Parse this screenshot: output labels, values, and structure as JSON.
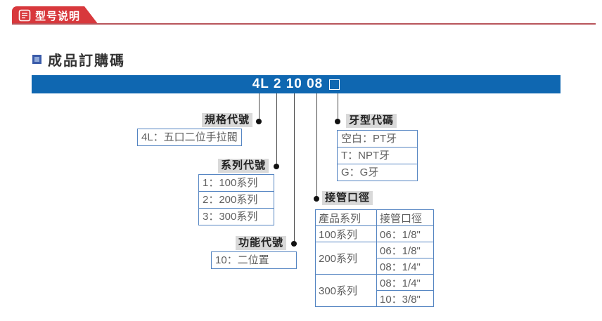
{
  "page": {
    "tab_title": "型号说明",
    "section_title": "成品訂購碼",
    "banner_code": "4L 2 10 08"
  },
  "callouts": {
    "spec": {
      "label": "規格代號",
      "items": [
        "4L：五口二位手拉閥"
      ]
    },
    "series": {
      "label": "系列代號",
      "items": [
        "1：100系列",
        "2：200系列",
        "3：300系列"
      ]
    },
    "function": {
      "label": "功能代號",
      "items": [
        "10：二位置"
      ]
    },
    "thread": {
      "label": "牙型代碼",
      "items": [
        "空白：PT牙",
        "T：NPT牙",
        "G：G牙"
      ]
    },
    "port": {
      "label": "接管口徑",
      "table": {
        "headers": [
          "產品系列",
          "接管口徑"
        ],
        "rows": [
          {
            "series": "100系列",
            "sizes": [
              "06：1/8\""
            ]
          },
          {
            "series": "200系列",
            "sizes": [
              "06：1/8\"",
              "08：1/4\""
            ]
          },
          {
            "series": "300系列",
            "sizes": [
              "08：1/4\"",
              "10：3/8\""
            ]
          }
        ]
      }
    }
  },
  "colors": {
    "accent_red": "#d8383c",
    "banner_blue": "#0f67b1",
    "box_border_blue": "#5585c2",
    "label_bg": "#d9d9d9"
  }
}
